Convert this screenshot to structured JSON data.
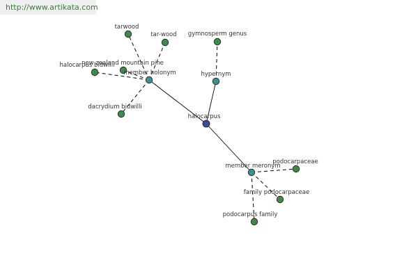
{
  "header": {
    "site_url": "http://www.artikata.com"
  },
  "colors": {
    "root_node": "#3a4d9a",
    "relation_node": "#3f8f91",
    "term_node": "#3f8a4a",
    "edge": "#000000"
  },
  "graph": {
    "root": {
      "label": "halocarpus"
    },
    "relations": [
      {
        "label": "member holonym",
        "terms": [
          "tarwood",
          "tar-wood",
          "new zealand mountain pine",
          "halocarpus bidwilli",
          "dacrydium bidwilli"
        ]
      },
      {
        "label": "hypernym",
        "terms": [
          "gymnosperm genus"
        ]
      },
      {
        "label": "member meronym",
        "terms": [
          "podocarpaceae",
          "family podocarpaceae",
          "podocarpus family"
        ]
      }
    ]
  }
}
